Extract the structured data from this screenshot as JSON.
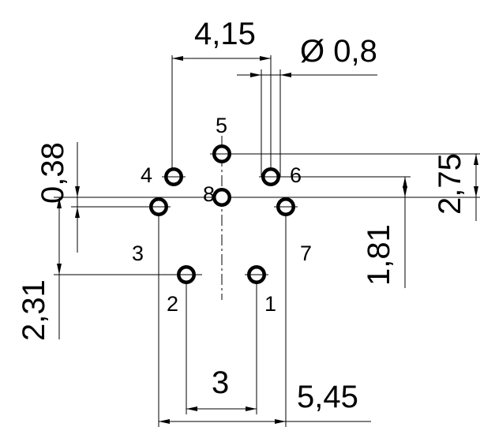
{
  "dimensions": {
    "width_top": "4,15",
    "hole_diameter": "Ø 0,8",
    "offset_038": "0,38",
    "height_275": "2,75",
    "height_181": "1,81",
    "height_231": "2,31",
    "width_3": "3",
    "width_545": "5,45"
  },
  "pins": [
    "1",
    "2",
    "3",
    "4",
    "5",
    "6",
    "7",
    "8"
  ]
}
